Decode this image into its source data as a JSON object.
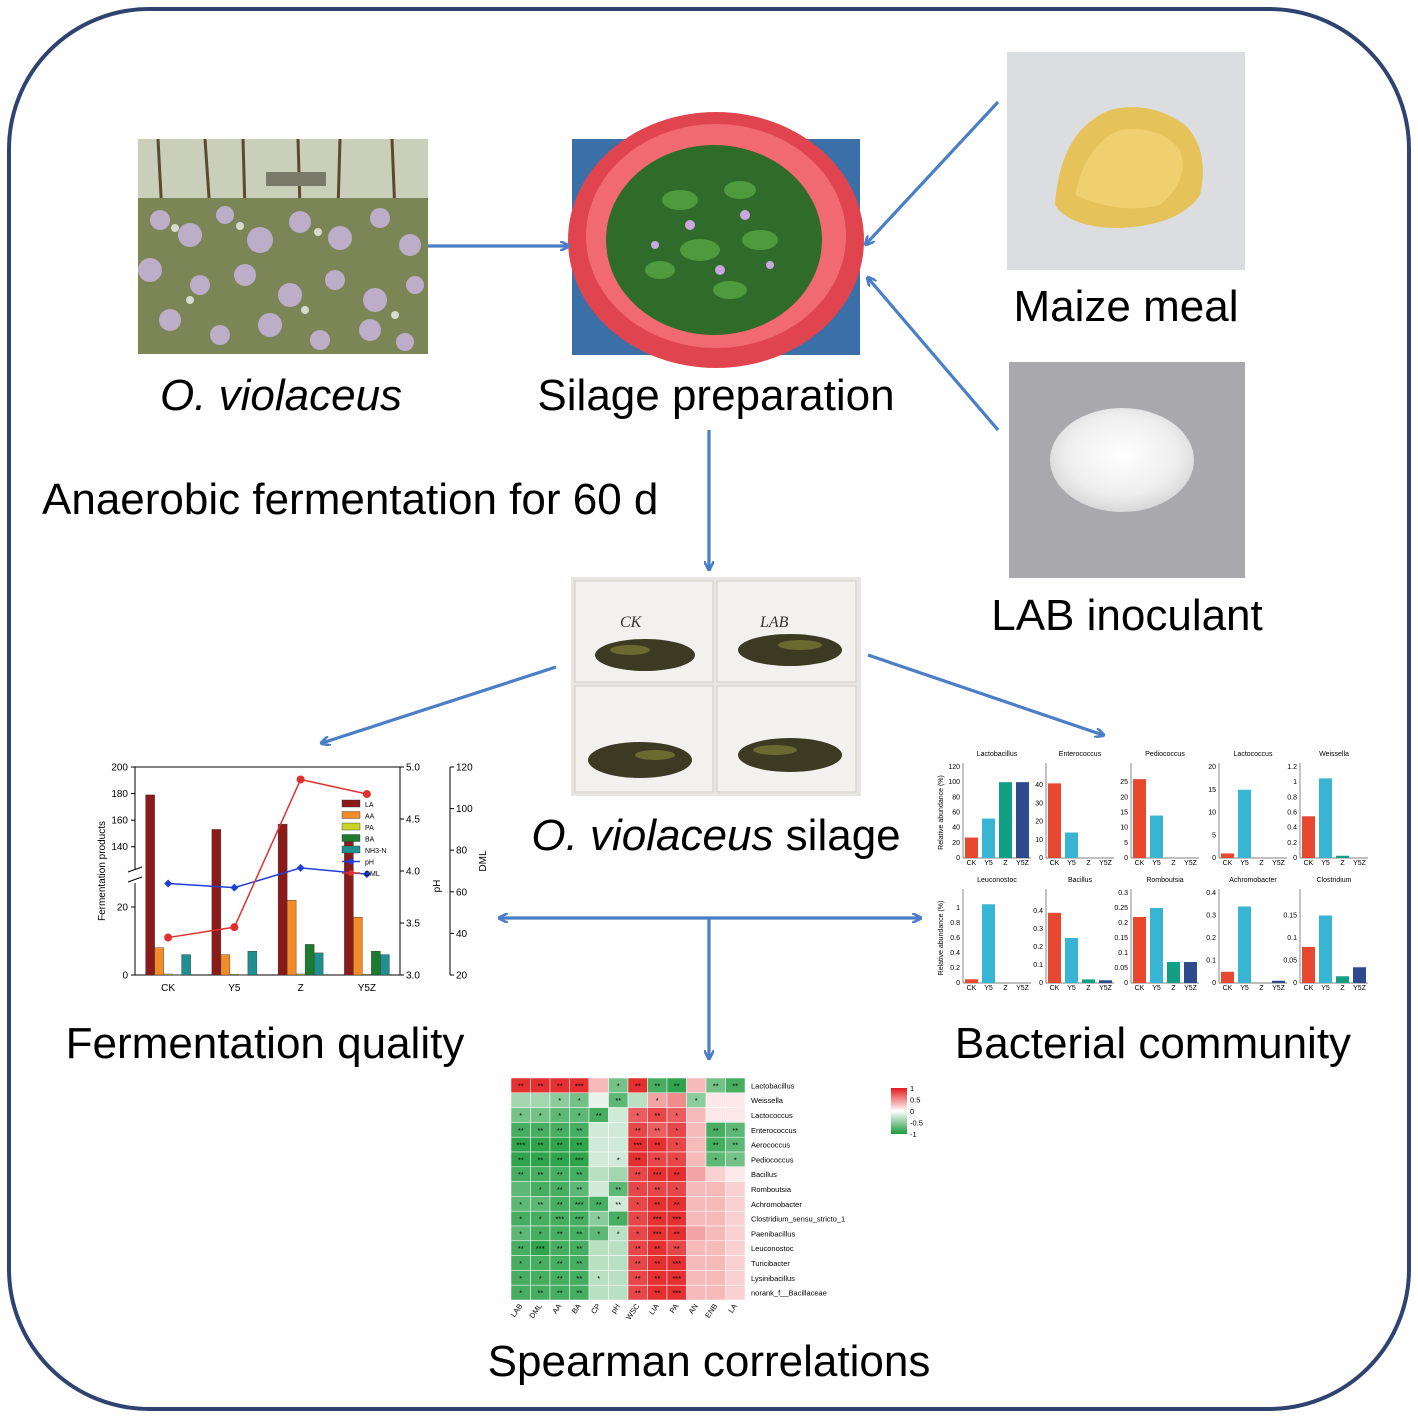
{
  "captions": {
    "plant_name": "O. violaceus",
    "silage_preparation": "Silage preparation",
    "maize_meal": "Maize meal",
    "lab_inoculant": "LAB inoculant",
    "anaerobic": "Anaerobic fermentation for 60 d",
    "silage_italic": "O. violaceus",
    "silage_rest": " silage",
    "fermentation_quality": "Fermentation quality",
    "bacterial_community": "Bacterial community",
    "spearman": "Spearman correlations"
  },
  "bag_labels": [
    "CK",
    "LAB",
    "",
    ""
  ],
  "chart_data": [
    {
      "type": "bar",
      "title": "",
      "categories": [
        "CK",
        "Y5",
        "Z",
        "Y5Z"
      ],
      "ylabel": "Fermentation products",
      "ylabel2": "pH",
      "ylabel3": "DML",
      "y_ticks_upper": [
        "140",
        "160",
        "180",
        "200"
      ],
      "y_ticks_lower": [
        "0",
        "20"
      ],
      "ph_ticks": [
        "3.0",
        "3.5",
        "4.0",
        "4.5",
        "5.0"
      ],
      "dml_ticks": [
        "20",
        "40",
        "60",
        "80",
        "100",
        "120"
      ],
      "series": [
        {
          "name": "LA",
          "color": "#8b1a1a",
          "values": [
            179,
            153,
            157,
            144
          ]
        },
        {
          "name": "AA",
          "color": "#f28c28",
          "values": [
            8,
            6,
            22,
            17
          ]
        },
        {
          "name": "PA",
          "color": "#c9d12b",
          "values": [
            0.3,
            0.2,
            0.3,
            0.2
          ]
        },
        {
          "name": "BA",
          "color": "#1e7a2e",
          "values": [
            0.1,
            0.1,
            9,
            7
          ]
        },
        {
          "name": "NH3-N",
          "color": "#1f8f8f",
          "values": [
            6,
            7,
            6.5,
            6
          ]
        }
      ],
      "lines": [
        {
          "name": "pH",
          "color": "#1f3fd6",
          "axis": "pH",
          "values": [
            3.88,
            3.84,
            4.03,
            3.97
          ]
        },
        {
          "name": "DML",
          "color": "#e03030",
          "axis": "DML",
          "values": [
            38,
            43,
            114,
            107
          ]
        }
      ]
    },
    {
      "type": "bar",
      "title": "Bacterial community",
      "categories": [
        "CK",
        "Y5",
        "Z",
        "Y5Z"
      ],
      "ylabel": "Relative abundance (%)",
      "colors": [
        "#e8482f",
        "#39b5d4",
        "#12a085",
        "#2c4a8c"
      ],
      "panels": [
        {
          "name": "Lactobacillus",
          "ylim": [
            0,
            120
          ],
          "ticks": [
            "0",
            "20",
            "40",
            "60",
            "80",
            "100",
            "120"
          ],
          "values": [
            27,
            52,
            100,
            100
          ]
        },
        {
          "name": "Enterococcus",
          "ylim": [
            0,
            50
          ],
          "ticks": [
            "0",
            "10",
            "20",
            "30",
            "40"
          ],
          "values": [
            41,
            14,
            0,
            0
          ]
        },
        {
          "name": "Pediococcus",
          "ylim": [
            0,
            30
          ],
          "ticks": [
            "0",
            "5",
            "10",
            "15",
            "20",
            "25"
          ],
          "values": [
            26,
            14,
            0,
            0
          ]
        },
        {
          "name": "Lactococcus",
          "ylim": [
            0,
            20
          ],
          "ticks": [
            "0",
            "5",
            "10",
            "15",
            "20"
          ],
          "values": [
            1,
            15,
            0,
            0
          ]
        },
        {
          "name": "Weissella",
          "ylim": [
            0,
            1.2
          ],
          "ticks": [
            "0",
            "0.2",
            "0.4",
            "0.6",
            "0.8",
            "1",
            "1.2"
          ],
          "values": [
            0.55,
            1.05,
            0.03,
            0
          ]
        },
        {
          "name": "Leuconostoc",
          "ylim": [
            0,
            1.2
          ],
          "ticks": [
            "0",
            "0.2",
            "0.4",
            "0.6",
            "0.8",
            "1"
          ],
          "values": [
            0.05,
            1.05,
            0,
            0
          ]
        },
        {
          "name": "Bacillus",
          "ylim": [
            0,
            0.5
          ],
          "ticks": [
            "0",
            "0.1",
            "0.2",
            "0.3",
            "0.4"
          ],
          "values": [
            0.39,
            0.25,
            0.02,
            0.015
          ]
        },
        {
          "name": "Romboutsia",
          "ylim": [
            0,
            0.3
          ],
          "ticks": [
            "0",
            "0.05",
            "0.1",
            "0.15",
            "0.2",
            "0.25",
            "0.3"
          ],
          "values": [
            0.22,
            0.25,
            0.07,
            0.07
          ]
        },
        {
          "name": "Achromobacter",
          "ylim": [
            0,
            0.4
          ],
          "ticks": [
            "0",
            "0.1",
            "0.2",
            "0.3",
            "0.4"
          ],
          "values": [
            0.05,
            0.34,
            0,
            0.01
          ]
        },
        {
          "name": "Clostridium",
          "ylim": [
            0,
            0.2
          ],
          "ticks": [
            "0",
            "0.05",
            "0.1",
            "0.15"
          ],
          "values": [
            0.08,
            0.15,
            0.015,
            0.035
          ]
        }
      ]
    },
    {
      "type": "heatmap",
      "title": "Spearman correlations",
      "rows": [
        "Lactobacillus",
        "Weissella",
        "Lactococcus",
        "Enterococcus",
        "Aerococcus",
        "Pediococcus",
        "Bacillus",
        "Romboutsia",
        "Achromobacter",
        "Clostridium_sensu_stricto_1",
        "Paenibacillus",
        "Leuconostoc",
        "Turicibacter",
        "Lysinibacillus",
        "norank_f__Bacillaceae"
      ],
      "columns": [
        "LAB",
        "DML",
        "AA",
        "BA",
        "CP",
        "pH",
        "WSC",
        "LIA",
        "PA",
        "AN",
        "ENB",
        "LA"
      ],
      "values": [
        [
          0.9,
          0.9,
          0.9,
          0.9,
          0.3,
          -0.6,
          0.9,
          -0.8,
          -0.9,
          0.3,
          -0.6,
          -0.8
        ],
        [
          -0.4,
          -0.4,
          -0.5,
          -0.6,
          -0.1,
          -0.7,
          -0.3,
          0.4,
          0.5,
          -0.5,
          0.1,
          0.1
        ],
        [
          -0.6,
          -0.6,
          -0.7,
          -0.7,
          -0.8,
          -0.2,
          0.7,
          0.8,
          0.7,
          0.3,
          0.1,
          0.1
        ],
        [
          -0.8,
          -0.8,
          -0.8,
          -0.8,
          -0.2,
          -0.2,
          0.8,
          0.7,
          0.8,
          0.3,
          -0.8,
          -0.7
        ],
        [
          -0.9,
          -0.9,
          -0.9,
          -0.9,
          -0.2,
          -0.2,
          0.9,
          0.9,
          0.8,
          0.3,
          -0.8,
          -0.7
        ],
        [
          -0.9,
          -0.9,
          -0.9,
          -0.9,
          -0.2,
          -0.2,
          0.9,
          0.8,
          0.8,
          0.3,
          -0.7,
          -0.6
        ],
        [
          -0.8,
          -0.8,
          -0.8,
          -0.8,
          -0.3,
          -0.4,
          0.8,
          0.9,
          0.9,
          0.4,
          0.2,
          0.1
        ],
        [
          -0.7,
          -0.8,
          -0.8,
          -0.7,
          -0.2,
          -0.7,
          0.8,
          0.8,
          0.8,
          0.3,
          0.3,
          0.2
        ],
        [
          -0.7,
          -0.7,
          -0.8,
          -0.8,
          -0.8,
          -0.2,
          0.8,
          0.9,
          0.9,
          0.3,
          0.3,
          0.2
        ],
        [
          -0.8,
          -0.8,
          -0.8,
          -0.8,
          -0.5,
          -0.8,
          0.8,
          0.9,
          0.9,
          0.3,
          0.3,
          0.2
        ],
        [
          -0.7,
          -0.8,
          -0.8,
          -0.8,
          -0.7,
          -0.3,
          0.8,
          0.9,
          0.9,
          0.4,
          0.3,
          0.2
        ],
        [
          -0.8,
          -0.9,
          -0.8,
          -0.8,
          -0.3,
          -0.3,
          0.8,
          0.9,
          0.8,
          0.3,
          0.3,
          0.2
        ],
        [
          -0.8,
          -0.8,
          -0.8,
          -0.8,
          -0.3,
          -0.3,
          0.8,
          0.9,
          0.9,
          0.3,
          0.3,
          0.2
        ],
        [
          -0.8,
          -0.8,
          -0.8,
          -0.8,
          -0.3,
          -0.3,
          0.8,
          0.9,
          0.9,
          0.3,
          0.3,
          0.2
        ],
        [
          -0.8,
          -0.8,
          -0.8,
          -0.8,
          -0.3,
          -0.3,
          0.8,
          0.9,
          0.9,
          0.3,
          0.3,
          0.2
        ]
      ],
      "stars": [
        [
          "**",
          "**",
          "**",
          "***",
          "",
          "*",
          "**",
          "**",
          "**",
          "",
          "**",
          "**"
        ],
        [
          "",
          "",
          "*",
          "*",
          "",
          "**",
          "",
          "*",
          "",
          "*",
          "",
          ""
        ],
        [
          "*",
          "*",
          "*",
          "*",
          "**",
          "",
          "*",
          "**",
          "*",
          "",
          "",
          ""
        ],
        [
          "**",
          "**",
          "**",
          "**",
          "",
          "",
          "**",
          "**",
          "*",
          "",
          "**",
          "**"
        ],
        [
          "***",
          "**",
          "**",
          "**",
          "",
          "",
          "***",
          "**",
          "*",
          "",
          "**",
          "**"
        ],
        [
          "**",
          "**",
          "**",
          "***",
          "",
          "*",
          "**",
          "**",
          "*",
          "",
          "*",
          "*"
        ],
        [
          "**",
          "**",
          "**",
          "**",
          "",
          "",
          "**",
          "***",
          "**",
          "",
          "",
          ""
        ],
        [
          "",
          "*",
          "**",
          "**",
          "",
          "**",
          "*",
          "**",
          "*",
          "",
          "",
          ""
        ],
        [
          "*",
          "**",
          "**",
          "***",
          "**",
          "**",
          "*",
          "**",
          "**",
          "",
          "",
          ""
        ],
        [
          "*",
          "*",
          "***",
          "***",
          "*",
          "*",
          "*",
          "***",
          "***",
          "",
          "",
          ""
        ],
        [
          "*",
          "*",
          "**",
          "**",
          "*",
          "*",
          "*",
          "***",
          "**",
          "",
          "",
          ""
        ],
        [
          "**",
          "***",
          "**",
          "**",
          "",
          "",
          "**",
          "**",
          "**",
          "",
          "",
          ""
        ],
        [
          "*",
          "*",
          "**",
          "**",
          "",
          "",
          "**",
          "**",
          "***",
          "",
          "",
          ""
        ],
        [
          "*",
          "*",
          "**",
          "**",
          "*",
          "",
          "**",
          "**",
          "***",
          "",
          "",
          ""
        ],
        [
          "*",
          "**",
          "**",
          "**",
          "",
          "",
          "**",
          "**",
          "***",
          "",
          "",
          ""
        ]
      ],
      "legend_ticks": [
        "1",
        "0.5",
        "0",
        "-0.5",
        "-1"
      ],
      "colors": {
        "positive": "#e31a1c",
        "negative": "#1a9a3a"
      }
    }
  ],
  "colors": {
    "arrow": "#4a7ec6",
    "border": "#2e4370"
  }
}
